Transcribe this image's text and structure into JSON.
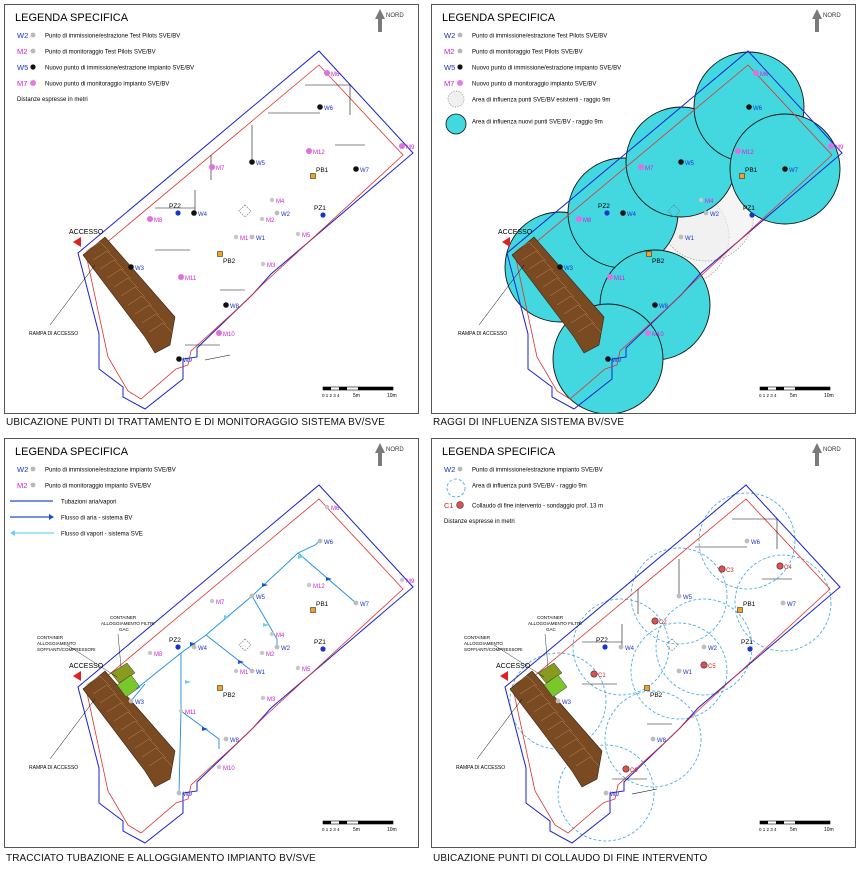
{
  "panels": [
    {
      "id": "p1",
      "legend_title": "LEGENDA SPECIFICA",
      "north": "NORD",
      "legend": [
        {
          "code": "W2",
          "code_color": "#1a33cc",
          "marker": "gray-dot",
          "text": "Punto di immissione/estrazione Test Pilots SVE/BV"
        },
        {
          "code": "M2",
          "code_color": "#d01fd0",
          "marker": "gray-dot",
          "text": "Punto di monitoraggio Test Pilots SVE/BV"
        },
        {
          "code": "W5",
          "code_color": "#1a33cc",
          "marker": "black-dot",
          "text": "Nuovo punto di immissione/estrazione impianto SVE/BV"
        },
        {
          "code": "M7",
          "code_color": "#d01fd0",
          "marker": "magenta-x",
          "text": "Nuovo punto di monitoraggio impianto SVE/BV"
        }
      ],
      "note": "Distanze espresse in metri",
      "caption": "UBICAZIONE PUNTI DI TRATTAMENTO E DI MONITORAGGIO SISTEMA BV/SVE",
      "labels": {
        "access": "ACCESSO",
        "ramp": "RAMPA DI ACCESSO",
        "pb1": "PB1",
        "pb2": "PB2",
        "pz1": "PZ1",
        "pz2": "PZ2"
      },
      "points": [
        {
          "id": "W1",
          "kind": "old-w"
        },
        {
          "id": "W2",
          "kind": "old-w"
        },
        {
          "id": "W3",
          "kind": "new-w"
        },
        {
          "id": "W4",
          "kind": "new-w"
        },
        {
          "id": "W5",
          "kind": "new-w"
        },
        {
          "id": "W6",
          "kind": "new-w"
        },
        {
          "id": "W7",
          "kind": "new-w"
        },
        {
          "id": "W8",
          "kind": "new-w"
        },
        {
          "id": "W9",
          "kind": "new-w"
        },
        {
          "id": "M2",
          "kind": "old-m"
        },
        {
          "id": "M3",
          "kind": "old-m"
        },
        {
          "id": "M4",
          "kind": "old-m"
        },
        {
          "id": "M5",
          "kind": "old-m"
        },
        {
          "id": "M1",
          "kind": "old-m"
        },
        {
          "id": "M7",
          "kind": "new-m"
        },
        {
          "id": "M8",
          "kind": "new-m"
        },
        {
          "id": "M9",
          "kind": "new-m"
        },
        {
          "id": "M10",
          "kind": "new-m"
        },
        {
          "id": "M11",
          "kind": "new-m"
        },
        {
          "id": "M12",
          "kind": "new-m"
        },
        {
          "id": "M6",
          "kind": "new-m"
        }
      ],
      "scale": {
        "ticks": "0 1 2 3 4",
        "mid": "5m",
        "end": "10m"
      }
    },
    {
      "id": "p2",
      "legend_title": "LEGENDA SPECIFICA",
      "north": "NORD",
      "legend": [
        {
          "code": "W2",
          "code_color": "#1a33cc",
          "marker": "gray-dot",
          "text": "Punto di immissione/estrazione Test Pilots SVE/BV"
        },
        {
          "code": "M2",
          "code_color": "#d01fd0",
          "marker": "gray-dot",
          "text": "Punto di monitoraggio Test Pilots SVE/BV"
        },
        {
          "code": "W5",
          "code_color": "#1a33cc",
          "marker": "black-dot",
          "text": "Nuovo punto di immissione/estrazione impianto SVE/BV"
        },
        {
          "code": "M7",
          "code_color": "#d01fd0",
          "marker": "magenta-x",
          "text": "Nuovo punto di monitoraggio impianto SVE/BV"
        },
        {
          "code": "",
          "code_color": "#000",
          "marker": "dotted-circle",
          "text": "Area di influenza punti SVE/BV esistenti - raggio 9m"
        },
        {
          "code": "",
          "code_color": "#000",
          "marker": "cyan-circle",
          "text": "Area di influenza nuovi punti SVE/BV - raggio 9m"
        }
      ],
      "note": "",
      "caption": "RAGGI DI INFLUENZA SISTEMA BV/SVE",
      "labels": {
        "access": "ACCESSO",
        "ramp": "RAMPA DI ACCESSO",
        "pb1": "PB1",
        "pb2": "PB2",
        "pz1": "PZ1",
        "pz2": "PZ2"
      },
      "points": [
        {
          "id": "W1",
          "kind": "old-w"
        },
        {
          "id": "W2",
          "kind": "old-w"
        },
        {
          "id": "W3",
          "kind": "new-w"
        },
        {
          "id": "W4",
          "kind": "new-w"
        },
        {
          "id": "W5",
          "kind": "new-w"
        },
        {
          "id": "W6",
          "kind": "new-w"
        },
        {
          "id": "W7",
          "kind": "new-w"
        },
        {
          "id": "W8",
          "kind": "new-w"
        },
        {
          "id": "W9",
          "kind": "new-w"
        },
        {
          "id": "M4",
          "kind": "old-m"
        },
        {
          "id": "M7",
          "kind": "new-m"
        },
        {
          "id": "M8",
          "kind": "new-m"
        },
        {
          "id": "M9",
          "kind": "new-m"
        },
        {
          "id": "M10",
          "kind": "new-m"
        },
        {
          "id": "M11",
          "kind": "new-m"
        },
        {
          "id": "M12",
          "kind": "new-m"
        },
        {
          "id": "M6",
          "kind": "new-m"
        }
      ],
      "scale": {
        "ticks": "0 1 2 3 4",
        "mid": "5m",
        "end": "10m"
      }
    },
    {
      "id": "p3",
      "legend_title": "LEGENDA SPECIFICA",
      "north": "NORD",
      "legend": [
        {
          "code": "W2",
          "code_color": "#1a33cc",
          "marker": "gray-dot",
          "text": "Punto di immissione/estrazione impianto SVE/BV"
        },
        {
          "code": "M2",
          "code_color": "#d01fd0",
          "marker": "gray-dot",
          "text": "Punto di monitoraggio impianto SVE/BV"
        },
        {
          "code": "",
          "code_color": "#000",
          "marker": "blue-line",
          "text": "Tubazioni aria/vapori"
        },
        {
          "code": "",
          "code_color": "#000",
          "marker": "blue-arrow",
          "text": "Flusso di aria - sistema BV"
        },
        {
          "code": "",
          "code_color": "#000",
          "marker": "cyan-arrow",
          "text": "Flusso di vapori - sistema SVE"
        }
      ],
      "note": "",
      "caption": "TRACCIATO TUBAZIONE E ALLOGGIAMENTO IMPIANTO BV/SVE",
      "labels": {
        "access": "ACCESSO",
        "ramp": "RAMPA DI ACCESSO",
        "pb1": "PB1",
        "pb2": "PB2",
        "pz1": "PZ1",
        "pz2": "PZ2",
        "container1": "CONTAINER ALLOGGIAMENTO FILTRI GAC",
        "container2": "CONTAINER ALLOGGIAMENTO SOFFIANTI/COMPRESSORI"
      },
      "points": [
        {
          "id": "W1",
          "kind": "gray-w"
        },
        {
          "id": "W2",
          "kind": "gray-w"
        },
        {
          "id": "W3",
          "kind": "gray-w"
        },
        {
          "id": "W4",
          "kind": "gray-w"
        },
        {
          "id": "W5",
          "kind": "gray-w"
        },
        {
          "id": "W6",
          "kind": "gray-w"
        },
        {
          "id": "W7",
          "kind": "gray-w"
        },
        {
          "id": "W8",
          "kind": "gray-w"
        },
        {
          "id": "W9",
          "kind": "gray-w"
        },
        {
          "id": "M2",
          "kind": "gray-m"
        },
        {
          "id": "M3",
          "kind": "gray-m"
        },
        {
          "id": "M4",
          "kind": "gray-m"
        },
        {
          "id": "M5",
          "kind": "gray-m"
        },
        {
          "id": "M6",
          "kind": "gray-m"
        },
        {
          "id": "M7",
          "kind": "gray-m"
        },
        {
          "id": "M8",
          "kind": "gray-m"
        },
        {
          "id": "M9",
          "kind": "gray-m"
        },
        {
          "id": "M10",
          "kind": "gray-m"
        },
        {
          "id": "M11",
          "kind": "gray-m"
        },
        {
          "id": "M12",
          "kind": "gray-m"
        },
        {
          "id": "M1",
          "kind": "gray-m"
        }
      ],
      "scale": {
        "ticks": "0 1 2 3 4",
        "mid": "5m",
        "end": "10m"
      }
    },
    {
      "id": "p4",
      "legend_title": "LEGENDA SPECIFICA",
      "north": "NORD",
      "legend": [
        {
          "code": "W2",
          "code_color": "#1a33cc",
          "marker": "gray-dot",
          "text": "Punto di immissione/estrazione impianto SVE/BV"
        },
        {
          "code": "",
          "code_color": "#000",
          "marker": "dashed-circle",
          "text": "Area di influenza punti SVE/BV - raggio 9m"
        },
        {
          "code": "C1",
          "code_color": "#d02020",
          "marker": "red-dot",
          "text": "Collaudo di fine intervento - sondaggio prof. 13 m"
        }
      ],
      "note": "Distanze espresse in metri",
      "caption": "UBICAZIONE PUNTI DI COLLAUDO DI FINE INTERVENTO",
      "labels": {
        "access": "ACCESSO",
        "ramp": "RAMPA DI ACCESSO",
        "pb1": "PB1",
        "pb2": "PB2",
        "pz1": "PZ1",
        "pz2": "PZ2",
        "container1": "CONTAINER ALLOGGIAMENTO FILTRI GAC",
        "container2": "CONTAINER ALLOGGIAMENTO SOFFIANTI/COMPRESSORI"
      },
      "points": [
        {
          "id": "W1",
          "kind": "gray-w"
        },
        {
          "id": "W2",
          "kind": "gray-w"
        },
        {
          "id": "W3",
          "kind": "gray-w"
        },
        {
          "id": "W4",
          "kind": "gray-w"
        },
        {
          "id": "W5",
          "kind": "gray-w"
        },
        {
          "id": "W6",
          "kind": "gray-w"
        },
        {
          "id": "W7",
          "kind": "gray-w"
        },
        {
          "id": "W8",
          "kind": "gray-w"
        },
        {
          "id": "W9",
          "kind": "gray-w"
        },
        {
          "id": "C1",
          "kind": "red-c"
        },
        {
          "id": "C2",
          "kind": "red-c"
        },
        {
          "id": "C3",
          "kind": "red-c"
        },
        {
          "id": "C4",
          "kind": "red-c"
        },
        {
          "id": "C5",
          "kind": "red-c"
        },
        {
          "id": "C6",
          "kind": "red-c"
        }
      ],
      "scale": {
        "ticks": "0 1 2 3 4",
        "mid": "5m",
        "end": "10m"
      }
    }
  ],
  "colors": {
    "outline_blue": "#1a22cc",
    "outline_red": "#e03030",
    "cyan": "#43d8e0",
    "magenta": "#d01fd0",
    "ramp": "#7a4a22",
    "container_green": "#7ac72b",
    "container_olive": "#8a9a20"
  }
}
